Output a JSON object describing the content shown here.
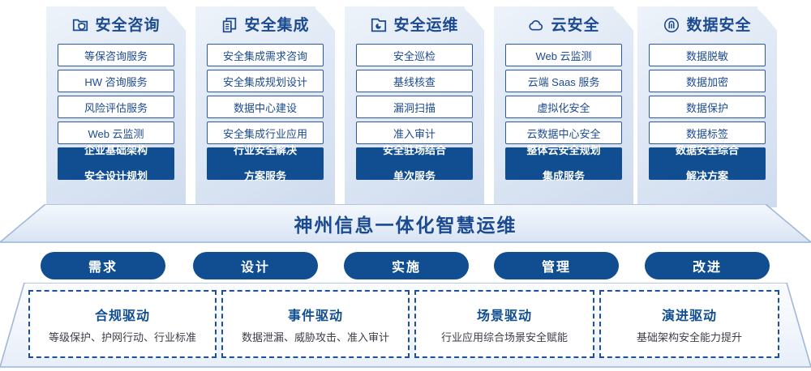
{
  "colors": {
    "brand_dark_blue": "#114e91",
    "brand_blue": "#1b4a91",
    "panel_border": "#2c5aa0",
    "panel_bg_light": "#eef3fa",
    "panel_bg_dark": "#cfdcee"
  },
  "panels": [
    {
      "icon": "folder-shield-icon",
      "title": "安全咨询",
      "items": [
        "等保咨询服务",
        "HW 咨询服务",
        "风险评估服务",
        "Web 云监测"
      ],
      "highlight_line1": "企业基础架构",
      "highlight_line2": "安全设计规划"
    },
    {
      "icon": "documents-stack-icon",
      "title": "安全集成",
      "items": [
        "安全集成需求咨询",
        "安全集成规划设计",
        "数据中心建设",
        "安全集成行业应用"
      ],
      "highlight_line1": "行业安全解决",
      "highlight_line2": "方案服务"
    },
    {
      "icon": "monitor-chart-icon",
      "title": "安全运维",
      "items": [
        "安全巡检",
        "基线核查",
        "漏洞扫描",
        "准入审计"
      ],
      "highlight_line1": "安全驻场结合",
      "highlight_line2": "单次服务"
    },
    {
      "icon": "cloud-icon",
      "title": "云安全",
      "items": [
        "Web 云监测",
        "云端 Saas 服务",
        "虚拟化安全",
        "云数据中心安全"
      ],
      "highlight_line1": "整体云安全规划",
      "highlight_line2": "集成服务"
    },
    {
      "icon": "fingerprint-icon",
      "title": "数据安全",
      "items": [
        "数据脱敏",
        "数据加密",
        "数据保护",
        "数据标签"
      ],
      "highlight_line1": "数据安全综合",
      "highlight_line2": "解决方案"
    }
  ],
  "banner": {
    "title": "神州信息一体化智慧运维"
  },
  "pills": [
    {
      "label": "需求"
    },
    {
      "label": "设计"
    },
    {
      "label": "实施"
    },
    {
      "label": "管理"
    },
    {
      "label": "改进"
    }
  ],
  "drivers": [
    {
      "title": "合规驱动",
      "subtitle": "等级保护、护网行动、行业标准"
    },
    {
      "title": "事件驱动",
      "subtitle": "数据泄漏、威胁攻击、准入审计"
    },
    {
      "title": "场景驱动",
      "subtitle": "行业应用综合场景安全赋能"
    },
    {
      "title": "演进驱动",
      "subtitle": "基础架构安全能力提升"
    }
  ]
}
